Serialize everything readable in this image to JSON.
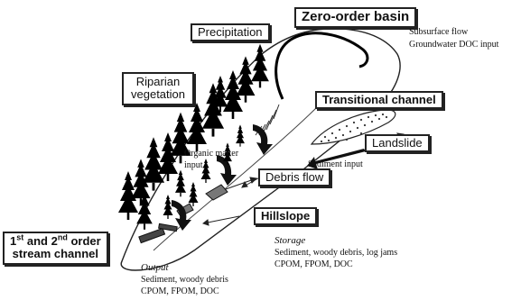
{
  "labels": {
    "zero_order_basin": "Zero-order basin",
    "precipitation": "Precipitation",
    "riparian_line1": "Riparian",
    "riparian_line2": "vegetation",
    "transitional_channel": "Transitional channel",
    "landslide": "Landslide",
    "debris_flow": "Debris flow",
    "hillslope": "Hillslope",
    "stream_order_1": "1",
    "stream_order_1_sup": "st",
    "stream_order_and": " and 2",
    "stream_order_2_sup": "nd",
    "stream_order_tail": " order",
    "stream_channel": "stream channel"
  },
  "notes": {
    "subsurface_flow": "Subsurface flow",
    "groundwater_doc": "Groundwater DOC input",
    "organic_matter_1": "Organic matter",
    "organic_matter_2": "input",
    "sediment_input": "Sediment input",
    "storage_title": "Storage",
    "storage_line1": "Sediment, woody debris, log jams",
    "storage_line2": "CPOM, FPOM, DOC",
    "output_title": "Output",
    "output_line1": "Sediment, woody debris",
    "output_line2": "CPOM, FPOM, DOC"
  },
  "colors": {
    "ink": "#111111",
    "paper": "#ffffff"
  }
}
